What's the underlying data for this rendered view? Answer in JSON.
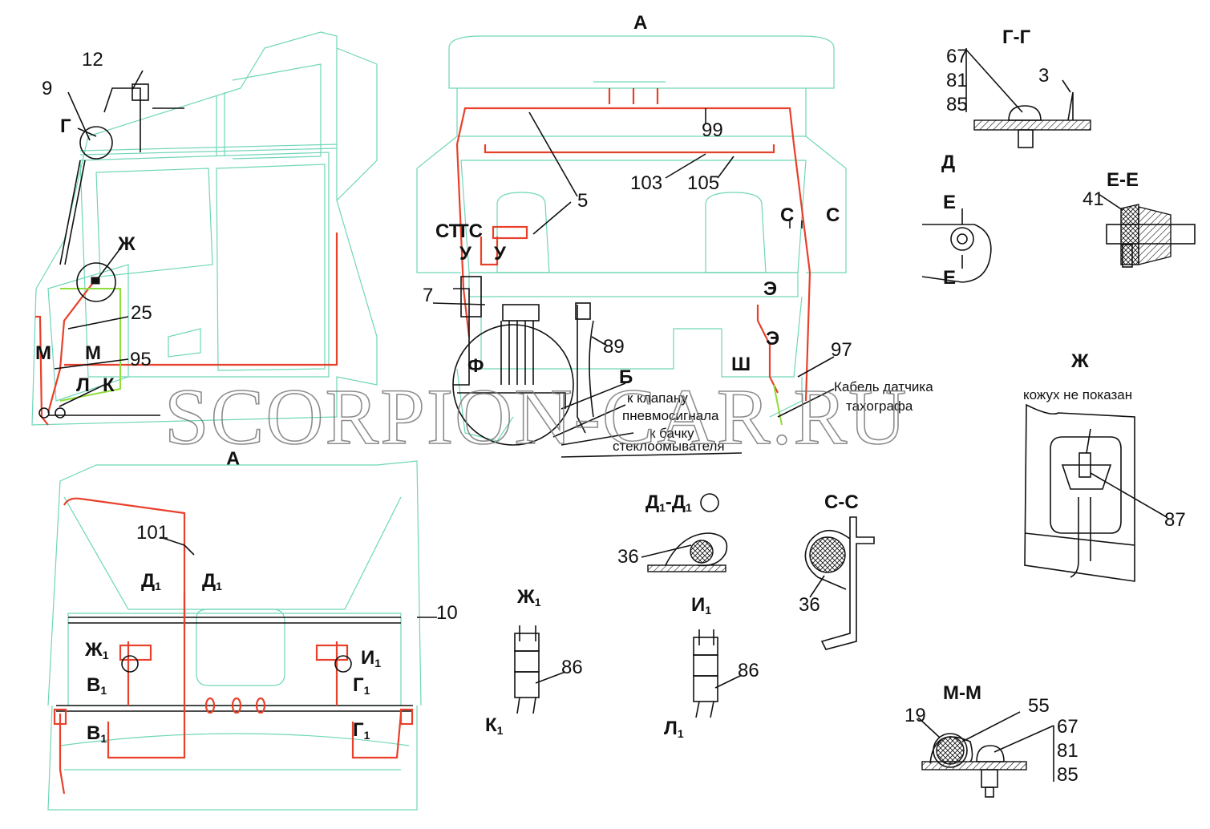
{
  "view_titles": {
    "main_view_A": "A",
    "rear_view_A": "A",
    "section_G_G": "Г-Г",
    "section_D": "Д",
    "section_E_E": "Е-Е",
    "section_Zh": "Ж",
    "section_D1_D1": "Д",
    "section_S_S": "С-С",
    "section_Zh1": "Ж",
    "section_I1": "И",
    "section_M_M": "М-М"
  },
  "subscripts": {
    "one": "1"
  },
  "note_casing_not_shown": "кожух не показан",
  "callouts": {
    "n12": "12",
    "n9": "9",
    "n25": "25",
    "n95": "95",
    "n99": "99",
    "n103": "103",
    "n105": "105",
    "n5": "5",
    "n7": "7",
    "n89": "89",
    "n97": "97",
    "n101": "101",
    "n10": "10",
    "n36a": "36",
    "n36b": "36",
    "n86a": "86",
    "n86b": "86",
    "n87": "87",
    "n41": "41",
    "n3": "3",
    "n67a": "67",
    "n81a": "81",
    "n85a": "85",
    "n19": "19",
    "n55": "55",
    "n67b": "67",
    "n81b": "81",
    "n85b": "85"
  },
  "letters": {
    "G": "Г",
    "Zh": "Ж",
    "M1": "М",
    "M2": "М",
    "L": "Л",
    "K": "К",
    "ST": "СТ",
    "TS": "ТС",
    "U1": "У",
    "U2": "У",
    "F": "Ф",
    "B": "Б",
    "Sh": "Ш",
    "E1": "Э",
    "E2": "Э",
    "C1": "С",
    "C2": "С",
    "Ee1": "Е",
    "Ee2": "Е",
    "D1a": "Д",
    "D1b": "Д",
    "Zh1": "Ж",
    "I1": "И",
    "V1a": "В",
    "V1b": "В",
    "G1a": "Г",
    "G1b": "Г",
    "K1": "К",
    "L1": "Л"
  },
  "annotations": {
    "to_valve_line1": "к клапану",
    "to_valve_line2": "пневмосигнала",
    "to_washer_line1": "к бачку",
    "to_washer_line2": "стеклоомывателя",
    "tacho_line1": "Кабель датчика",
    "tacho_line2": "тахографа"
  },
  "watermark": "SCORPION-CAR.RU",
  "colors": {
    "cab_outline": "#6fd6b8",
    "wire": "#e8402a",
    "wire_green": "#8fdc3a",
    "ink": "#111111"
  }
}
